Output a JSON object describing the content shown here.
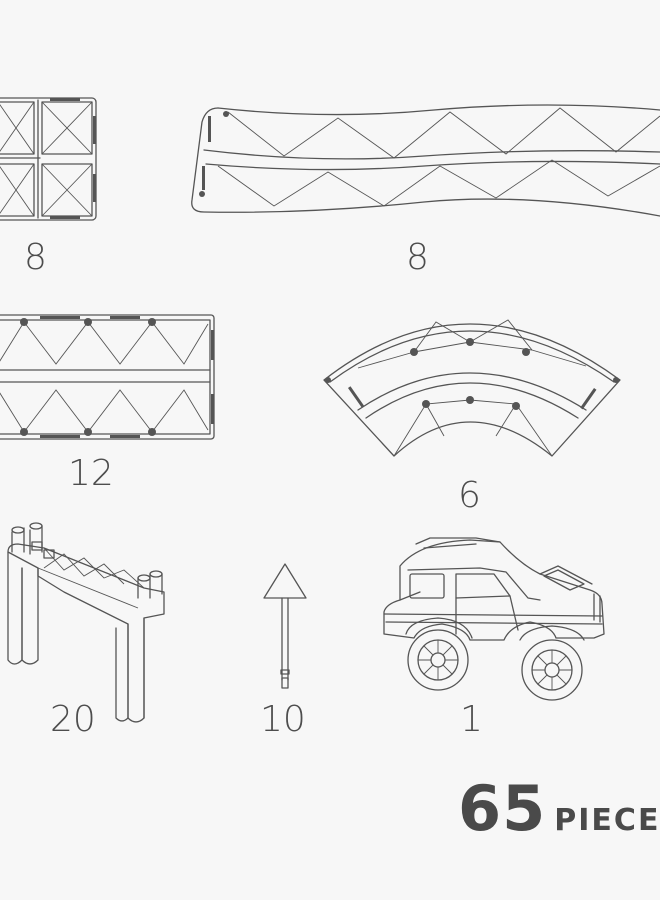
{
  "pieces": [
    {
      "name": "square-tile",
      "count": "8"
    },
    {
      "name": "straight-ramp",
      "count": "8"
    },
    {
      "name": "straight-track",
      "count": "12"
    },
    {
      "name": "curved-track",
      "count": "6"
    },
    {
      "name": "support-pillar",
      "count": "20"
    },
    {
      "name": "road-sign",
      "count": "10"
    },
    {
      "name": "toy-car",
      "count": "1"
    }
  ],
  "total": {
    "number": "65",
    "unit": "PIECES"
  }
}
